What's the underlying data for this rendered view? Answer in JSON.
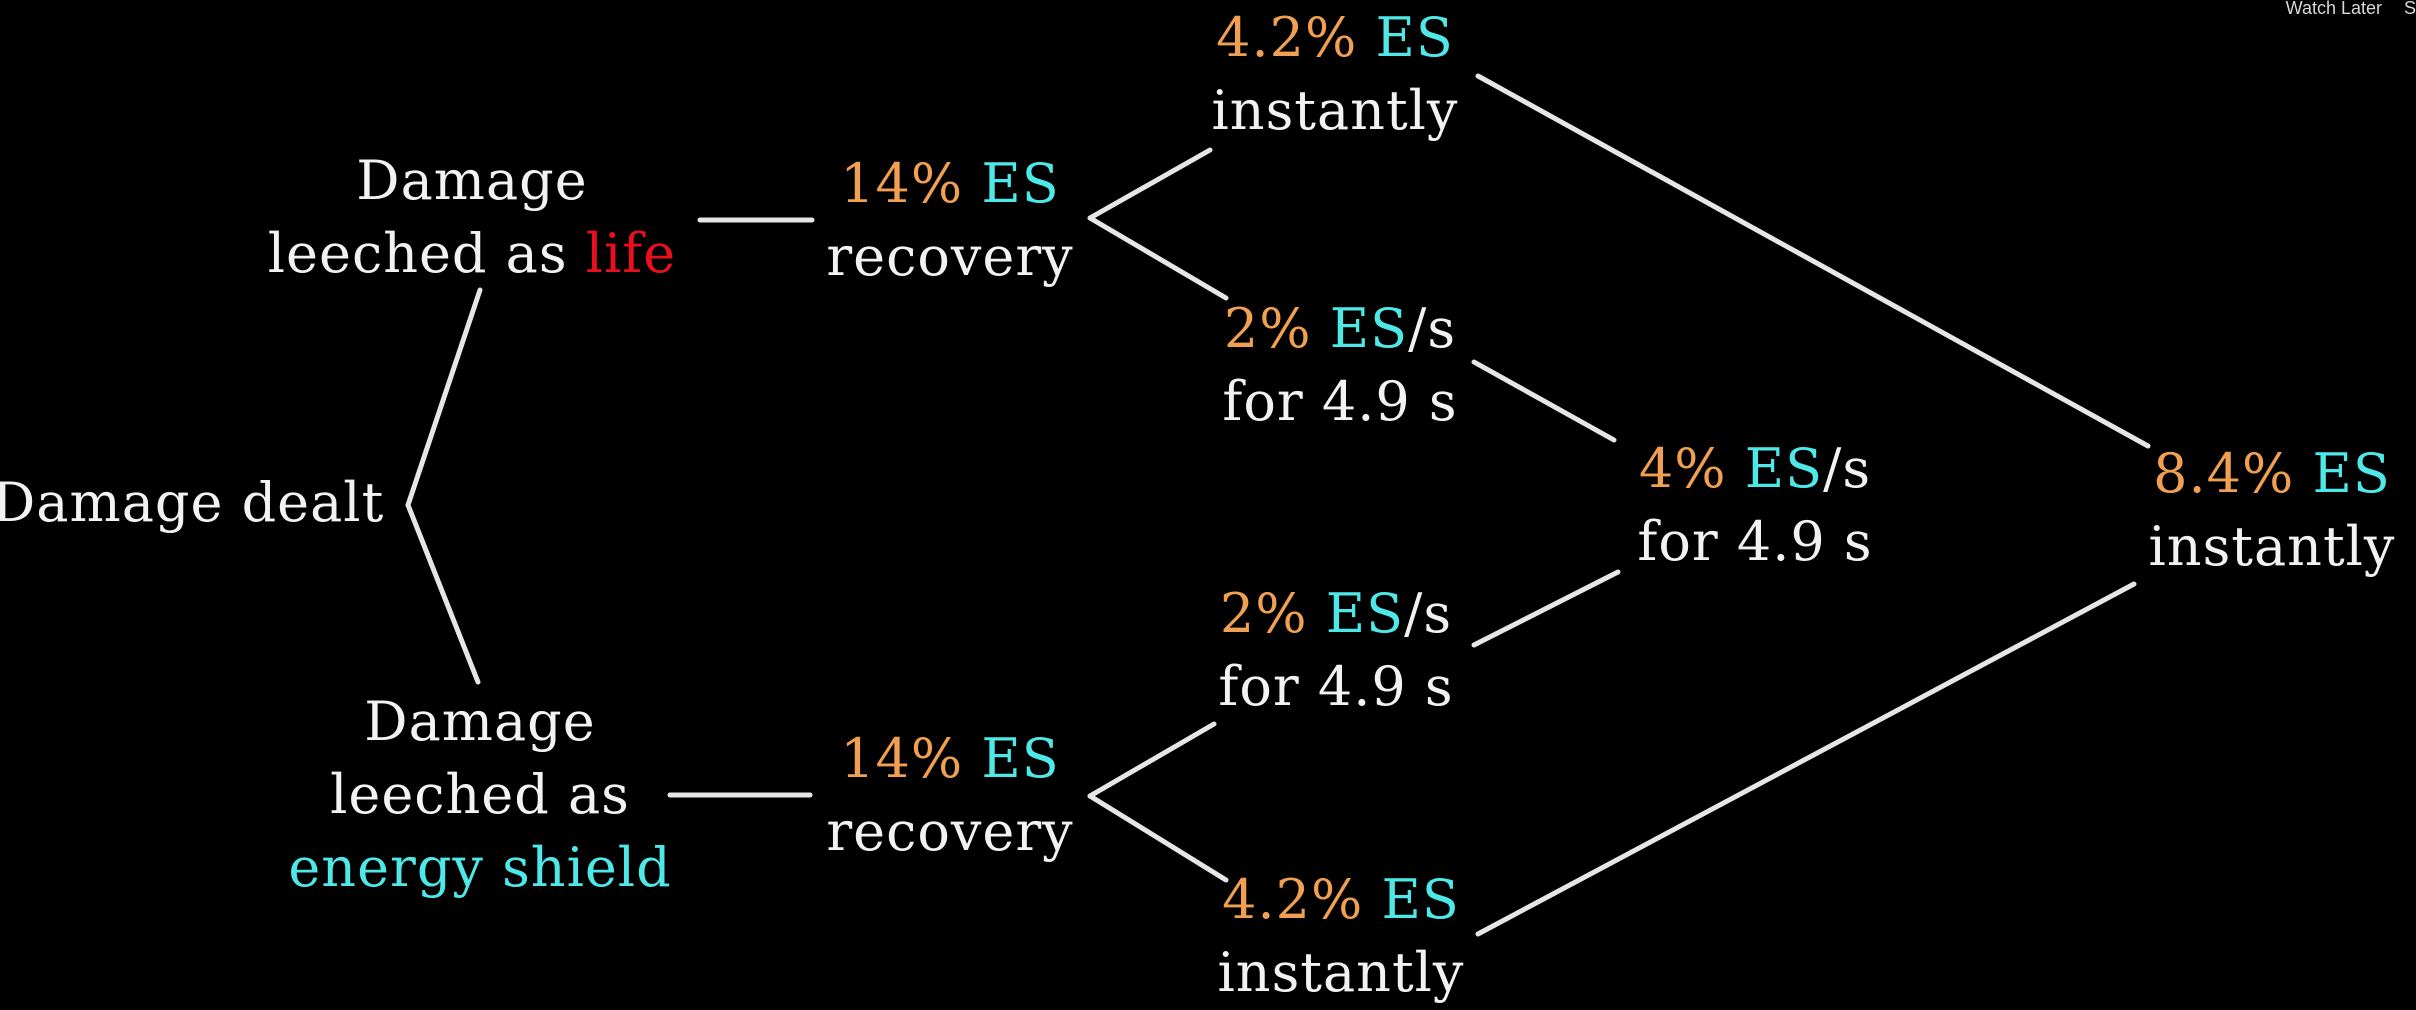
{
  "overlay": {
    "watch_later": "Watch Later",
    "cut_text": "S"
  },
  "colors": {
    "background": "#000000",
    "text": "#f2f2f2",
    "percent": "#f0a050",
    "es": "#4ee8e8",
    "life": "#e8101c",
    "line": "#e6e6e6"
  },
  "nodes": {
    "damage_dealt": {
      "line1": "Damage dealt"
    },
    "leech_life": {
      "line1": "Damage",
      "line2a": "leeched as ",
      "line2b": "life"
    },
    "leech_es": {
      "line1": "Damage",
      "line2": "leeched as",
      "line3": "energy shield"
    },
    "recovery_top": {
      "pct": "14%",
      "es": "ES",
      "line2": "recovery"
    },
    "recovery_bottom": {
      "pct": "14%",
      "es": "ES",
      "line2": "recovery"
    },
    "instant_top": {
      "pct": "4.2%",
      "es": "ES",
      "line2": "instantly"
    },
    "rate_top": {
      "pct": "2%",
      "es": "ES",
      "unit": "/s",
      "line2": "for 4.9 s"
    },
    "rate_bottom": {
      "pct": "2%",
      "es": "ES",
      "unit": "/s",
      "line2": "for 4.9 s"
    },
    "instant_bottom": {
      "pct": "4.2%",
      "es": "ES",
      "line2": "instantly"
    },
    "rate_total": {
      "pct": "4%",
      "es": "ES",
      "unit": "/s",
      "line2": "for 4.9 s"
    },
    "instant_total": {
      "pct": "8.4%",
      "es": "ES",
      "line2": "instantly"
    }
  }
}
